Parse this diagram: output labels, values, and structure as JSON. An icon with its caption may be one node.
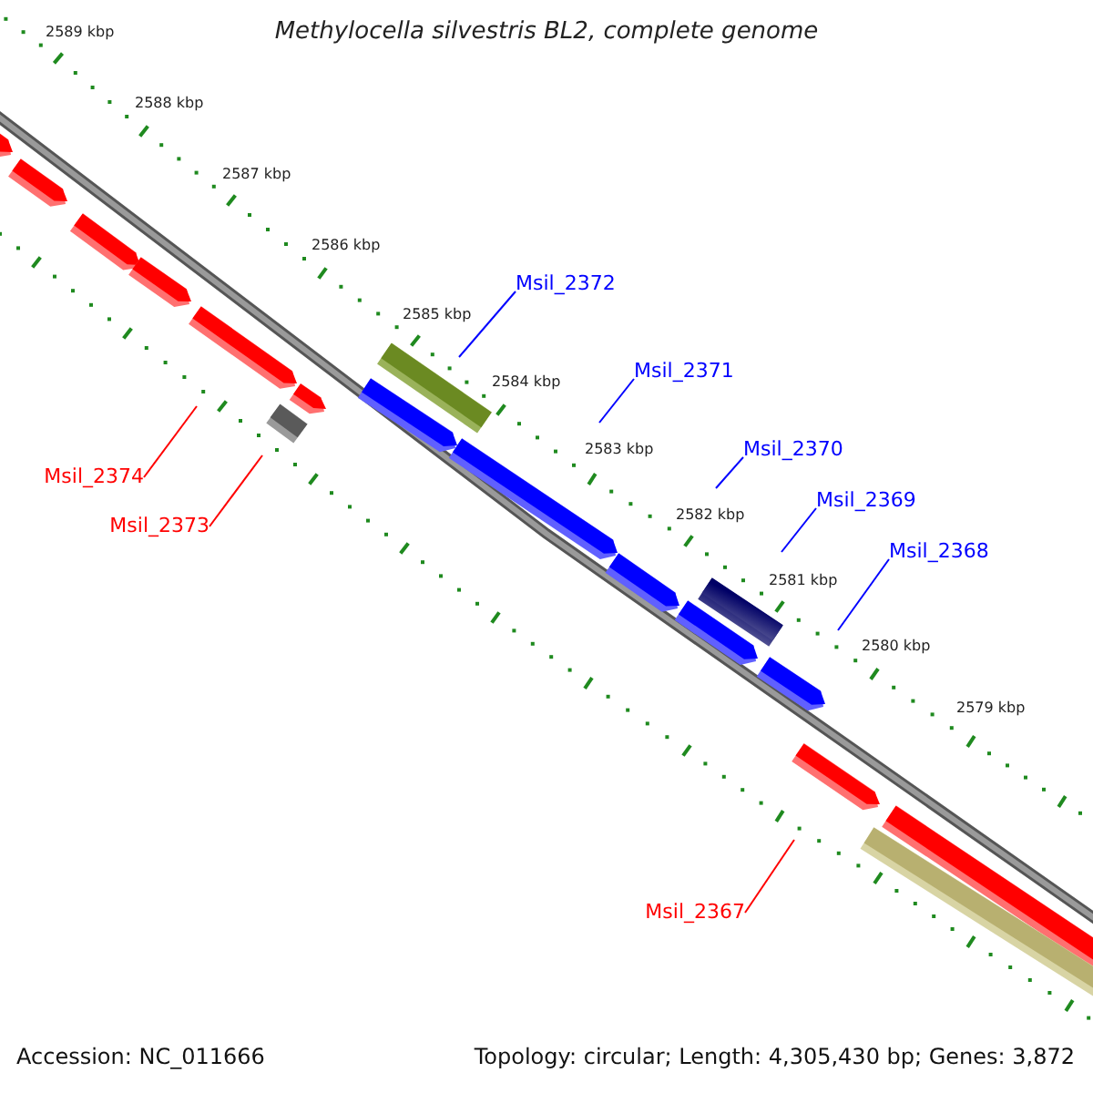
{
  "diagram": {
    "title": "Methylocella silvestris BL2, complete genome",
    "nodes": [
      {
        "text": [
          "Msil_2372"
        ]
      },
      {
        "text": [
          "Msil_2371"
        ]
      },
      {
        "text": [
          "Msil_2370"
        ]
      },
      {
        "text": [
          "Msil_2374"
        ]
      },
      {
        "text": [
          "Msil_2369"
        ]
      },
      {
        "text": [
          "Msil_2373"
        ]
      },
      {
        "text": [
          "Msil_2368"
        ]
      },
      {
        "text": [
          "Msil_2367"
        ]
      }
    ],
    "edges": [
      {
        "from": 0,
        "to": null,
        "arrow": "none"
      },
      {
        "from": 1,
        "to": null,
        "arrow": "none"
      },
      {
        "from": 2,
        "to": null,
        "arrow": "none"
      },
      {
        "from": 3,
        "to": null,
        "arrow": "none",
        "color": "#ff0000"
      },
      {
        "from": 4,
        "to": null,
        "arrow": "none"
      },
      {
        "from": 5,
        "to": null,
        "arrow": "none",
        "color": "#ff0000"
      },
      {
        "from": 6,
        "to": null,
        "arrow": "none"
      },
      {
        "from": 7,
        "to": null,
        "arrow": "none",
        "color": "#ff0000"
      }
    ],
    "labels": [
      "2589 kbp",
      "2588 kbp",
      "2587 kbp",
      "2586 kbp",
      "2585 kbp",
      "2584 kbp",
      "2583 kbp",
      "2582 kbp",
      "2581 kbp",
      "2580 kbp",
      "2579 kbp",
      "Accession: NC_011666",
      "Topology: circular; Length: 4,305,430 bp; Genes: 3,872"
    ]
  }
}
